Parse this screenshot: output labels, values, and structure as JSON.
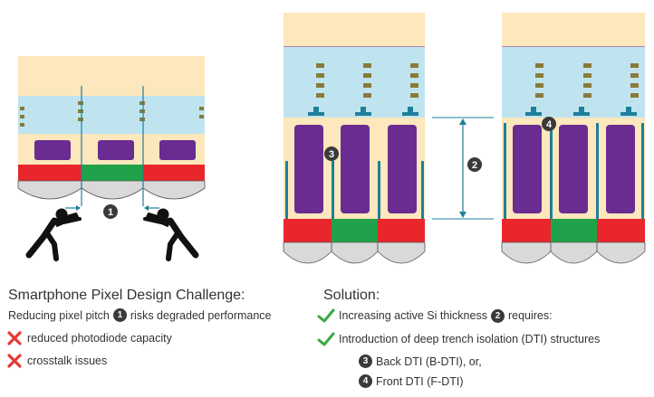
{
  "colors": {
    "cream": "#fde7bc",
    "light_blue": "#bfe4ef",
    "purple": "#6a2c91",
    "red": "#e8262b",
    "green": "#1fa24a",
    "gray": "#d9d9d9",
    "teal": "#1f7f9a",
    "metal": "#8a7a3a",
    "check": "#3aa843",
    "cross": "#e53935"
  },
  "labels": {
    "marker_1": "1",
    "marker_2": "2",
    "marker_3": "3",
    "marker_4": "4"
  },
  "challenge": {
    "title": "Smartphone Pixel Design Challenge:",
    "line1_before": "Reducing pixel pitch",
    "line1_num": "1",
    "line1_after": "risks degraded performance",
    "items": [
      "reduced photodiode capacity",
      "crosstalk issues"
    ],
    "item_icon": "x-mark-icon"
  },
  "solution": {
    "title": "Solution:",
    "item1_before": "Increasing active Si thickness",
    "item1_num": "2",
    "item1_after": "requires:",
    "item2": "Introduction of deep trench isolation (DTI) structures",
    "sub1_num": "3",
    "sub1": "Back DTI (B-DTI), or,",
    "sub2_num": "4",
    "sub2": "Front DTI (F-DTI)",
    "item_icon": "check-mark-icon"
  }
}
